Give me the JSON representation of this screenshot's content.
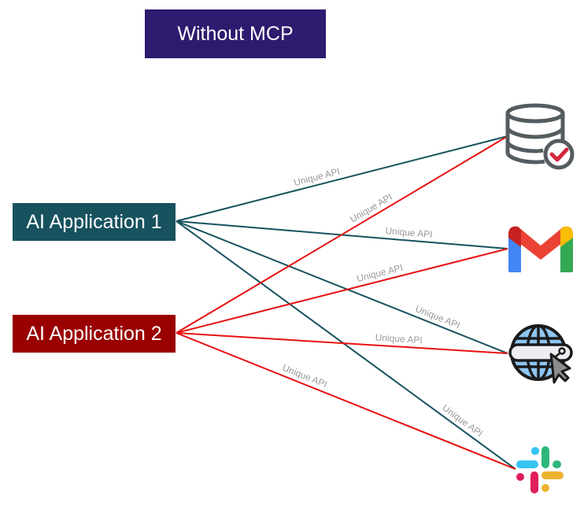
{
  "title": "Without MCP",
  "apps": [
    {
      "id": "app1",
      "label": "AI Application 1",
      "color": "#17525e"
    },
    {
      "id": "app2",
      "label": "AI Application 2",
      "color": "#9a0000"
    }
  ],
  "services": [
    {
      "id": "database",
      "icon": "database-check-icon"
    },
    {
      "id": "gmail",
      "icon": "gmail-icon"
    },
    {
      "id": "web",
      "icon": "web-browser-globe-icon"
    },
    {
      "id": "slack",
      "icon": "slack-icon"
    }
  ],
  "connections": [
    {
      "from": "app1",
      "to": "database",
      "label": "Unique API",
      "color": "#17525e"
    },
    {
      "from": "app1",
      "to": "gmail",
      "label": "Unique API",
      "color": "#17525e"
    },
    {
      "from": "app1",
      "to": "web",
      "label": "Unique API",
      "color": "#17525e"
    },
    {
      "from": "app1",
      "to": "slack",
      "label": "Unique API",
      "color": "#17525e"
    },
    {
      "from": "app2",
      "to": "database",
      "label": "Unique API",
      "color": "#e81010"
    },
    {
      "from": "app2",
      "to": "gmail",
      "label": "Unique API",
      "color": "#e81010"
    },
    {
      "from": "app2",
      "to": "web",
      "label": "Unique API",
      "color": "#e81010"
    },
    {
      "from": "app2",
      "to": "slack",
      "label": "Unique API",
      "color": "#e81010"
    }
  ]
}
